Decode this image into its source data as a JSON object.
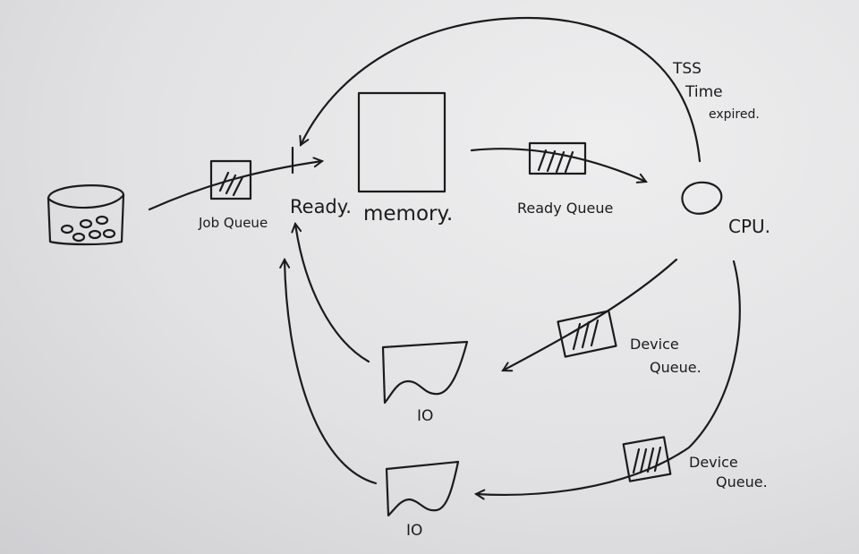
{
  "labels": {
    "job_queue": "Job Queue",
    "ready": "Ready.",
    "memory": "memory.",
    "ready_queue": "Ready Queue",
    "cpu": "CPU.",
    "tss": "TSS",
    "time": "Time",
    "expired": "expired.",
    "device": "Device",
    "queue": "Queue.",
    "io": "IO"
  }
}
